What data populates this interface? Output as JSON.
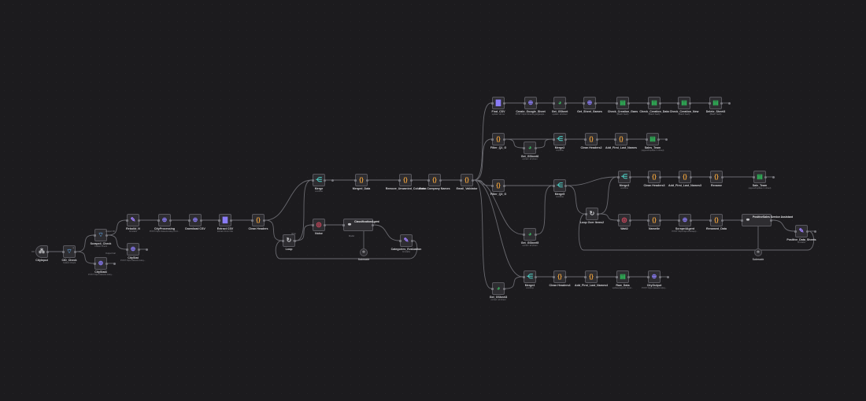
{
  "nodes": {
    "c1": {
      "title": "CityInput",
      "sub": ""
    },
    "c2": {
      "title": "CID_Check",
      "sub": "Collect Check",
      "badge": "⌁"
    },
    "c3": {
      "title": "Scrape4_Check",
      "sub": "Collect Check"
    },
    "c4": {
      "title": "CityStat4",
      "sub": "POST https://assets.tukey..."
    },
    "c5": {
      "title": "Rebuild_N",
      "sub": "formlabs"
    },
    "c6": {
      "title": "CityStat",
      "sub": "POST https://assets.tukey..."
    },
    "c7": {
      "title": "CityProcessing",
      "sub": "POST https://assets.tukey.com/..."
    },
    "c8": {
      "title": "Download CSV",
      "sub": ""
    },
    "c9": {
      "title": "Extract CSV",
      "sub": "Extract From File"
    },
    "c10": {
      "title": "Clean Headers",
      "sub": ""
    },
    "m1": {
      "title": "Merge",
      "sub": "combine"
    },
    "m2": {
      "title": "Merged_Data",
      "sub": ""
    },
    "m3": {
      "title": "Remove_Unwanted_Columns",
      "sub": ""
    },
    "m4": {
      "title": "Extra Company Names",
      "sub": ""
    },
    "m5": {
      "title": "Email_Validator",
      "sub": ""
    },
    "l1": {
      "title": "Loop",
      "sub": ""
    },
    "l2": {
      "title": "Noise",
      "sub": ""
    },
    "l3": {
      "title": "ClassificationAgent",
      "sub": ""
    },
    "l4": {
      "title": "Categories_Evaluation",
      "sub": "formlabs"
    },
    "a1": {
      "title": "Find_CSV",
      "sub": "update: all csv"
    },
    "a2": {
      "title": "Create_Google_Sheet",
      "sub": "POST https://sheets.googleapis..."
    },
    "a3": {
      "title": "Get_GSheet",
      "sub": "update: all sheet"
    },
    "a4": {
      "title": "Get_Sheet_Games",
      "sub": ""
    },
    "a5": {
      "title": "Check_Creation_Gans",
      "sub": "(Batch hash)"
    },
    "a6": {
      "title": "Check_Creation_Data",
      "sub": "(Batch hash)"
    },
    "a7": {
      "title": "Check_Creation_New",
      "sub": "(Batch hash)"
    },
    "a8": {
      "title": "Delete_Sheet3",
      "sub": "(Batch hash)"
    },
    "b1": {
      "title": "Filter_Q1_G",
      "sub": ""
    },
    "b2": {
      "title": "Get_GSheet6",
      "sub": "extract: all sheet"
    },
    "b3": {
      "title": "Merge2",
      "sub": "combine"
    },
    "b4": {
      "title": "Clean Headers2",
      "sub": ""
    },
    "b5": {
      "title": "Add_First_Last_Names",
      "sub": ""
    },
    "b6": {
      "title": "Sales_Team",
      "sub": "(append/update in sheet)"
    },
    "d1": {
      "title": "Filter_Q3_G",
      "sub": ""
    },
    "d2": {
      "title": "Merge5",
      "sub": "combine"
    },
    "d3": {
      "title": "Get_GSheet5",
      "sub": "extract: all sheet"
    },
    "d4": {
      "title": "Merge3",
      "sub": "combine"
    },
    "d5": {
      "title": "Clean Headers3",
      "sub": ""
    },
    "d6": {
      "title": "Add_First_Last_Names3",
      "sub": ""
    },
    "d7": {
      "title": "Rename",
      "sub": ""
    },
    "d8": {
      "title": "Sale_Team",
      "sub": "(append/update in sheet)"
    },
    "e1": {
      "title": "Loop Over Items2",
      "sub": ""
    },
    "e2": {
      "title": "Wait2",
      "sub": ""
    },
    "e3": {
      "title": "Nametle",
      "sub": ""
    },
    "e4": {
      "title": "Scrape4Agent",
      "sub": "POST https://api.whatsapp..."
    },
    "e5": {
      "title": "Renamed_Data",
      "sub": ""
    },
    "e6": {
      "title": "PositiveSales Service Assistant",
      "sub": ""
    },
    "e7": {
      "title": "Positive_Data_Sheets",
      "sub": "formlabs"
    },
    "f1": {
      "title": "Get_GSheet3",
      "sub": "extract: all sheet"
    },
    "f2": {
      "title": "Merge4",
      "sub": "combine"
    },
    "f3": {
      "title": "Clean Headers4",
      "sub": ""
    },
    "f4": {
      "title": "Add_First_Last_Names4",
      "sub": ""
    },
    "f5": {
      "title": "Raw_Data",
      "sub": "update/append sheet..."
    },
    "f6": {
      "title": "CityOutput",
      "sub": "POST https://assets.tukey..."
    }
  },
  "subnodes": {
    "sub1": {
      "label": "Submode"
    },
    "sub2": {
      "label": "Submode"
    }
  },
  "edge_labels": {
    "branch_ok": "Output OK",
    "branch_fail": "Output Fail",
    "done": "done",
    "loop": "loop",
    "model": "Model"
  },
  "colors": {
    "canvas": "#1c1b1e",
    "node_bg": "#2e2d31",
    "edge": "#6a6a70",
    "code": "#f0a33c",
    "http": "#8a7cf6",
    "sheet": "#2fbd5a",
    "merge": "#4ecdc4",
    "noop": "#e44b63"
  },
  "icons": {
    "code": "braces-icon",
    "http": "globe-icon",
    "sheet": "spreadsheet-icon",
    "merge": "merge-icon",
    "loop": "loop-icon",
    "wait": "clock-icon",
    "ai": "agent-icon",
    "webhook": "webhook-icon",
    "trigger": "nodes-icon",
    "edit": "pen-icon",
    "file": "file-icon",
    "drive": "drive-icon",
    "model": "brain-icon"
  }
}
